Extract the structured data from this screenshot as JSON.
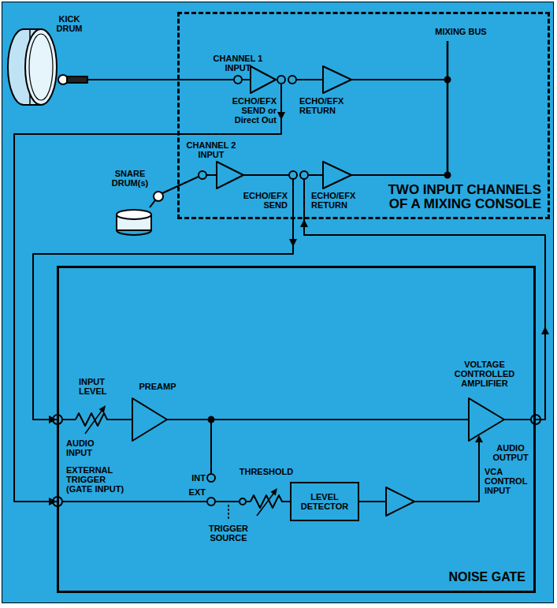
{
  "diagram": {
    "nodes": [
      {
        "text": [
          "TWO INPUT CHANNELS OF A MIXING CONSOLE"
        ]
      },
      {
        "text": [
          "NOISE GATE"
        ]
      },
      {
        "text": [
          "LEVEL DETECTOR"
        ],
        "in": 1
      }
    ],
    "edges": [
      {
        "from": 0,
        "to": 1,
        "arrow": "to"
      },
      {
        "from": 0,
        "to": 1,
        "arrow": "to"
      },
      {
        "from": 1,
        "to": 0,
        "arrow": "to"
      }
    ],
    "labels": [
      "KICK DRUM",
      "CHANNEL 1 INPUT",
      "ECHO/EFX SEND or Direct Out",
      "ECHO/EFX RETURN",
      "MIXING BUS",
      "CHANNEL 2 INPUT",
      "SNARE DRUM(s)",
      "ECHO/EFX SEND",
      "ECHO/EFX RETURN",
      "INPUT LEVEL",
      "PREAMP",
      "AUDIO INPUT",
      "VOLTAGE CONTROLLED AMPLIFIER",
      "AUDIO OUTPUT",
      "EXTERNAL TRIGGER (GATE INPUT)",
      "INT",
      "EXT",
      "THRESHOLD",
      "VCA CONTROL INPUT",
      "TRIGGER SOURCE"
    ]
  }
}
